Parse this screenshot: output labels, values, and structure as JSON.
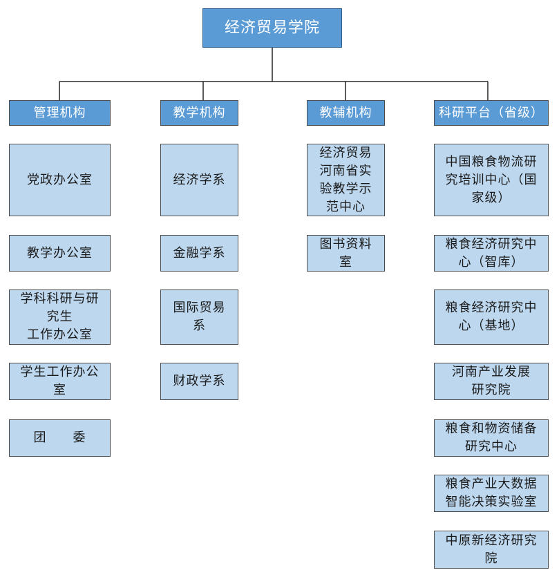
{
  "colors": {
    "header_fill": "#5b9bd5",
    "node_fill": "#bdd7ee",
    "line": "#000000"
  },
  "root": "经济贸易学院",
  "columns": [
    {
      "title": "管理机构",
      "items": [
        "党政办公室",
        "教学办公室",
        "学科科研与研\n究生\n工作办公室",
        "学生工作办公\n室",
        "团　　委"
      ]
    },
    {
      "title": "教学机构",
      "items": [
        "经济学系",
        "金融学系",
        "国际贸易\n系",
        "财政学系"
      ]
    },
    {
      "title": "教辅机构",
      "items": [
        "经济贸易\n河南省实\n验教学示\n范中心",
        "图书资料\n室"
      ]
    },
    {
      "title": "科研平台（省级）",
      "items": [
        "中国粮食物流研\n究培训中心（国\n家级）",
        "粮食经济研究中\n心（智库）",
        "粮食经济研究中\n心（基地）",
        "河南产业发展\n研究院",
        "粮食和物资储备\n研究中心",
        "粮食产业大数据\n智能决策实验室",
        "中原新经济研究\n院"
      ]
    }
  ]
}
